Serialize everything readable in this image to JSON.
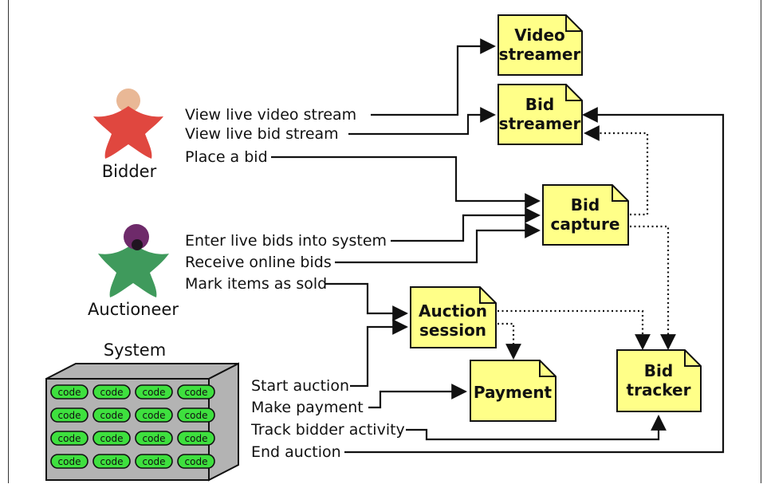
{
  "actors": {
    "bidder": "Bidder",
    "auctioneer": "Auctioneer",
    "system": "System"
  },
  "bidder_actions": [
    "View live video stream",
    "View live bid stream",
    "Place a bid"
  ],
  "auctioneer_actions": [
    "Enter live bids into system",
    "Receive online bids",
    "Mark items as sold"
  ],
  "system_actions": [
    "Start auction",
    "Make payment",
    "Track bidder activity",
    "End auction"
  ],
  "components": {
    "video_streamer": [
      "Video",
      "streamer"
    ],
    "bid_streamer": [
      "Bid",
      "streamer"
    ],
    "bid_capture": [
      "Bid",
      "capture"
    ],
    "auction_session": [
      "Auction",
      "session"
    ],
    "payment": [
      "Payment"
    ],
    "bid_tracker": [
      "Bid",
      "tracker"
    ]
  },
  "code_label": "code",
  "colors": {
    "component_fill": "#ffff88",
    "bidder": "#e0473f",
    "bidder_head": "#e9b896",
    "auctioneer": "#3f9a5c",
    "auctioneer_head": "#6e2a6a",
    "code_pill": "#3ee03e",
    "server_body": "#b3b3b3"
  }
}
